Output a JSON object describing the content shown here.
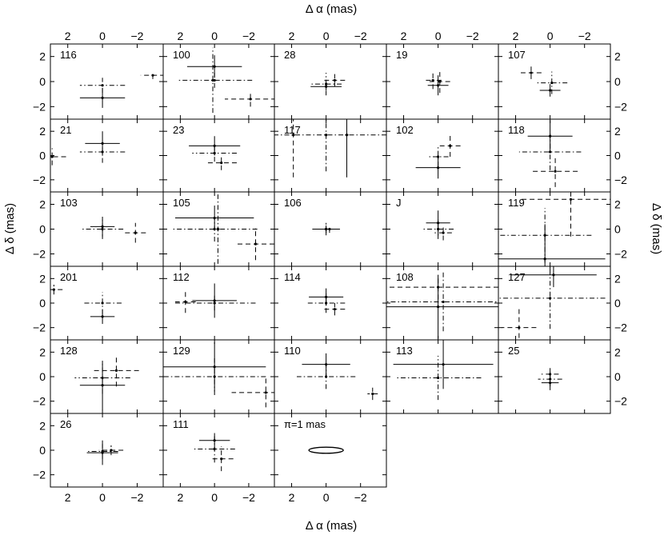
{
  "chart_data": {
    "type": "scatter",
    "xlabel": "Δ α (mas)",
    "ylabel": "Δ δ (mas)",
    "xlim": [
      3,
      -3.5
    ],
    "ylim": [
      -3,
      3
    ],
    "xticks": [
      2,
      0,
      -2
    ],
    "yticks": [
      2,
      0,
      -2
    ],
    "xtick_labels": [
      "2",
      "0",
      "−2"
    ],
    "ytick_labels": [
      "2",
      "0",
      "−2"
    ],
    "panels": [
      {
        "label": "116",
        "points": [
          {
            "x": 0,
            "y": -0.3,
            "xerr": 1.3,
            "yerr": 0.6,
            "style": "dashdot"
          },
          {
            "x": 0,
            "y": -1.3,
            "xerr": 1.3,
            "yerr": 0.8,
            "style": "solid"
          },
          {
            "x": -2.9,
            "y": 0.5,
            "xerr": 0.7,
            "yerr": 0.3,
            "style": "dashed"
          }
        ]
      },
      {
        "label": "100",
        "points": [
          {
            "x": 0,
            "y": 1.2,
            "xerr": 1.6,
            "yerr": 0.9,
            "style": "solid"
          },
          {
            "x": 0,
            "y": 0.1,
            "xerr": 2.2,
            "yerr": 0.6,
            "style": "dashdot"
          },
          {
            "x": 0.1,
            "y": 0.1,
            "xerr": 0.1,
            "yerr": 2.6,
            "style": "dashdot"
          },
          {
            "x": -2.1,
            "y": -1.4,
            "xerr": 1.5,
            "yerr": 0.6,
            "style": "dashed"
          }
        ]
      },
      {
        "label": "28",
        "points": [
          {
            "x": 0,
            "y": -0.2,
            "xerr": 0.9,
            "yerr": 0.9,
            "style": "dashdot"
          },
          {
            "x": 0,
            "y": -0.4,
            "xerr": 0.9,
            "yerr": 0.3,
            "style": "solid"
          },
          {
            "x": -0.5,
            "y": 0.1,
            "xerr": 0.6,
            "yerr": 0.5,
            "style": "dashed"
          }
        ]
      },
      {
        "label": "19",
        "points": [
          {
            "x": 0.3,
            "y": 0.1,
            "xerr": 0.5,
            "yerr": 0.7,
            "style": "dashdot"
          },
          {
            "x": 0,
            "y": -0.3,
            "xerr": 0.6,
            "yerr": 0.8,
            "style": "solid"
          },
          {
            "x": -0.1,
            "y": 0.0,
            "xerr": 0.6,
            "yerr": 0.9,
            "style": "dashed"
          }
        ]
      },
      {
        "label": "107",
        "points": [
          {
            "x": 1.1,
            "y": 0.7,
            "xerr": 0.6,
            "yerr": 0.5,
            "style": "dashed"
          },
          {
            "x": 0,
            "y": -0.7,
            "xerr": 0.6,
            "yerr": 0.5,
            "style": "solid"
          },
          {
            "x": -0.1,
            "y": -0.1,
            "xerr": 0.9,
            "yerr": 0.9,
            "style": "dashdot"
          }
        ]
      },
      {
        "label": "21",
        "points": [
          {
            "x": 2.9,
            "y": -0.1,
            "xerr": 0.8,
            "yerr": 0.7,
            "style": "dashed"
          },
          {
            "x": 0,
            "y": 1.0,
            "xerr": 1.0,
            "yerr": 1.0,
            "style": "solid"
          },
          {
            "x": 0,
            "y": 0.3,
            "xerr": 1.3,
            "yerr": 0.9,
            "style": "dashdot"
          }
        ]
      },
      {
        "label": "23",
        "points": [
          {
            "x": 0,
            "y": 0.8,
            "xerr": 1.5,
            "yerr": 0.8,
            "style": "solid"
          },
          {
            "x": 0,
            "y": 0.2,
            "xerr": 1.3,
            "yerr": 0.7,
            "style": "dashdot"
          },
          {
            "x": -0.4,
            "y": -0.6,
            "xerr": 0.9,
            "yerr": 0.6,
            "style": "dashed"
          }
        ]
      },
      {
        "label": "117",
        "points": [
          {
            "x": 0,
            "y": 1.7,
            "xerr": 3.5,
            "yerr": 3.0,
            "style": "dashdot"
          },
          {
            "x": 1.9,
            "y": 1.7,
            "xerr": 0.1,
            "yerr": 3.5,
            "style": "dashed"
          },
          {
            "x": -1.2,
            "y": 1.7,
            "xerr": 0.1,
            "yerr": 3.5,
            "style": "solid"
          }
        ]
      },
      {
        "label": "102",
        "points": [
          {
            "x": -0.7,
            "y": 0.8,
            "xerr": 0.6,
            "yerr": 0.9,
            "style": "dashed"
          },
          {
            "x": 0,
            "y": -0.1,
            "xerr": 0.6,
            "yerr": 0.8,
            "style": "dashdot"
          },
          {
            "x": 0,
            "y": -1.0,
            "xerr": 1.3,
            "yerr": 0.9,
            "style": "solid"
          }
        ]
      },
      {
        "label": "118",
        "points": [
          {
            "x": 0,
            "y": 1.6,
            "xerr": 1.3,
            "yerr": 1.3,
            "style": "solid"
          },
          {
            "x": 0,
            "y": 0.3,
            "xerr": 1.8,
            "yerr": 1.5,
            "style": "dashdot"
          },
          {
            "x": -0.3,
            "y": -1.3,
            "xerr": 1.3,
            "yerr": 1.3,
            "style": "dashed"
          }
        ]
      },
      {
        "label": "103",
        "points": [
          {
            "x": 0,
            "y": 0.2,
            "xerr": 0.7,
            "yerr": 0.8,
            "style": "solid"
          },
          {
            "x": 0,
            "y": 0.0,
            "xerr": 1.2,
            "yerr": 0.8,
            "style": "dashdot"
          },
          {
            "x": -1.9,
            "y": -0.3,
            "xerr": 0.6,
            "yerr": 0.8,
            "style": "dashed"
          }
        ]
      },
      {
        "label": "105",
        "points": [
          {
            "x": 0,
            "y": 0.9,
            "xerr": 2.3,
            "yerr": 1.0,
            "style": "solid"
          },
          {
            "x": 0,
            "y": 0.0,
            "xerr": 2.5,
            "yerr": 1.0,
            "style": "dashdot"
          },
          {
            "x": -0.2,
            "y": 0.0,
            "xerr": 0.1,
            "yerr": 2.8,
            "style": "dashdot"
          },
          {
            "x": -2.4,
            "y": -1.2,
            "xerr": 1.1,
            "yerr": 1.3,
            "style": "dashed"
          }
        ]
      },
      {
        "label": "106",
        "points": [
          {
            "x": 0,
            "y": 0.0,
            "xerr": 0.8,
            "yerr": 0.3,
            "style": "solid"
          },
          {
            "x": 0,
            "y": 0.0,
            "xerr": 0.7,
            "yerr": 0.5,
            "style": "dashdot"
          },
          {
            "x": -0.2,
            "y": 0.0,
            "xerr": 0.6,
            "yerr": 0.3,
            "style": "dashed"
          }
        ]
      },
      {
        "label": "J",
        "points": [
          {
            "x": 0,
            "y": 0.5,
            "xerr": 0.7,
            "yerr": 1.0,
            "style": "solid"
          },
          {
            "x": 0,
            "y": 0.0,
            "xerr": 0.9,
            "yerr": 0.8,
            "style": "dashdot"
          },
          {
            "x": -0.3,
            "y": -0.3,
            "xerr": 0.5,
            "yerr": 0.6,
            "style": "dashed"
          }
        ]
      },
      {
        "label": "119",
        "points": [
          {
            "x": 0.3,
            "y": -2.4,
            "xerr": 3.5,
            "yerr": 2.8,
            "style": "solid"
          },
          {
            "x": 0.3,
            "y": -0.5,
            "xerr": 2.7,
            "yerr": 2.2,
            "style": "dashdot"
          },
          {
            "x": -1.2,
            "y": 2.4,
            "xerr": 3.0,
            "yerr": 3.0,
            "style": "dashed"
          }
        ]
      },
      {
        "label": "201",
        "points": [
          {
            "x": 2.8,
            "y": 1.1,
            "xerr": 0.5,
            "yerr": 0.4,
            "style": "dashed"
          },
          {
            "x": 0,
            "y": 0.0,
            "xerr": 1.1,
            "yerr": 0.9,
            "style": "dashdot"
          },
          {
            "x": 0,
            "y": -1.1,
            "xerr": 0.7,
            "yerr": 0.6,
            "style": "solid"
          }
        ]
      },
      {
        "label": "112",
        "points": [
          {
            "x": 1.7,
            "y": 0.1,
            "xerr": 0.6,
            "yerr": 0.9,
            "style": "dashed"
          },
          {
            "x": 0,
            "y": 0.2,
            "xerr": 1.3,
            "yerr": 1.4,
            "style": "solid"
          },
          {
            "x": 0,
            "y": 0.0,
            "xerr": 2.4,
            "yerr": 0.6,
            "style": "dashdot"
          }
        ]
      },
      {
        "label": "114",
        "points": [
          {
            "x": 0,
            "y": 0.5,
            "xerr": 1.0,
            "yerr": 0.7,
            "style": "solid"
          },
          {
            "x": 0,
            "y": 0.0,
            "xerr": 1.1,
            "yerr": 0.8,
            "style": "dashdot"
          },
          {
            "x": -0.5,
            "y": -0.5,
            "xerr": 0.6,
            "yerr": 0.5,
            "style": "dashed"
          }
        ]
      },
      {
        "label": "108",
        "points": [
          {
            "x": 0,
            "y": 1.3,
            "xerr": 3.5,
            "yerr": 1.0,
            "style": "dashed"
          },
          {
            "x": 0,
            "y": -0.3,
            "xerr": 3.5,
            "yerr": 2.6,
            "style": "solid"
          },
          {
            "x": -0.3,
            "y": 0.1,
            "xerr": 3.5,
            "yerr": 2.4,
            "style": "dashdot"
          }
        ]
      },
      {
        "label": "127",
        "points": [
          {
            "x": -0.2,
            "y": 2.3,
            "xerr": 2.5,
            "yerr": 1.0,
            "style": "solid"
          },
          {
            "x": 0,
            "y": 0.4,
            "xerr": 3.2,
            "yerr": 2.5,
            "style": "dashdot"
          },
          {
            "x": 1.8,
            "y": -2.0,
            "xerr": 1.0,
            "yerr": 1.5,
            "style": "dashed"
          }
        ]
      },
      {
        "label": "128",
        "points": [
          {
            "x": -0.8,
            "y": 0.5,
            "xerr": 1.3,
            "yerr": 1.3,
            "style": "dashed"
          },
          {
            "x": 0,
            "y": -0.1,
            "xerr": 1.6,
            "yerr": 1.3,
            "style": "dashdot"
          },
          {
            "x": 0,
            "y": -0.7,
            "xerr": 1.3,
            "yerr": 2.0,
            "style": "solid"
          }
        ]
      },
      {
        "label": "129",
        "points": [
          {
            "x": 0,
            "y": 0.8,
            "xerr": 3.0,
            "yerr": 2.0,
            "style": "solid"
          },
          {
            "x": 0,
            "y": 0.0,
            "xerr": 3.0,
            "yerr": 1.5,
            "style": "dashdot"
          },
          {
            "x": -3.0,
            "y": -1.3,
            "xerr": 2.0,
            "yerr": 1.2,
            "style": "dashed"
          }
        ]
      },
      {
        "label": "110",
        "points": [
          {
            "x": 0,
            "y": 1.0,
            "xerr": 1.4,
            "yerr": 0.9,
            "style": "solid"
          },
          {
            "x": 0,
            "y": 0.0,
            "xerr": 1.7,
            "yerr": 1.0,
            "style": "dashdot"
          },
          {
            "x": -2.7,
            "y": -1.4,
            "xerr": 0.3,
            "yerr": 0.5,
            "style": "dashed"
          }
        ]
      },
      {
        "label": "113",
        "points": [
          {
            "x": -0.3,
            "y": 1.0,
            "xerr": 2.9,
            "yerr": 2.0,
            "style": "solid"
          },
          {
            "x": 0,
            "y": -0.1,
            "xerr": 2.5,
            "yerr": 1.8,
            "style": "dashdot"
          }
        ]
      },
      {
        "label": "25",
        "points": [
          {
            "x": 0,
            "y": 0.2,
            "xerr": 0.5,
            "yerr": 0.5,
            "style": "dashed"
          },
          {
            "x": 0,
            "y": -0.2,
            "xerr": 0.7,
            "yerr": 0.6,
            "style": "dashdot"
          },
          {
            "x": 0,
            "y": -0.5,
            "xerr": 0.5,
            "yerr": 0.6,
            "style": "solid"
          }
        ]
      },
      {
        "label": "26",
        "points": [
          {
            "x": 0,
            "y": -0.2,
            "xerr": 0.9,
            "yerr": 1.0,
            "style": "solid"
          },
          {
            "x": 0,
            "y": -0.1,
            "xerr": 0.9,
            "yerr": 0.6,
            "style": "dashdot"
          },
          {
            "x": -0.5,
            "y": 0.0,
            "xerr": 0.7,
            "yerr": 0.4,
            "style": "dashed"
          }
        ]
      },
      {
        "label": "111",
        "points": [
          {
            "x": 0,
            "y": 0.8,
            "xerr": 0.9,
            "yerr": 0.6,
            "style": "solid"
          },
          {
            "x": 0,
            "y": 0.1,
            "xerr": 1.2,
            "yerr": 1.1,
            "style": "dashdot"
          },
          {
            "x": -0.4,
            "y": -0.7,
            "xerr": 0.7,
            "yerr": 1.0,
            "style": "dashed"
          }
        ]
      },
      {
        "label": "π=1 mas",
        "ellipse": {
          "cx": 0,
          "cy": 0,
          "rx": 1.0,
          "ry": 0.25
        },
        "points": []
      }
    ]
  }
}
